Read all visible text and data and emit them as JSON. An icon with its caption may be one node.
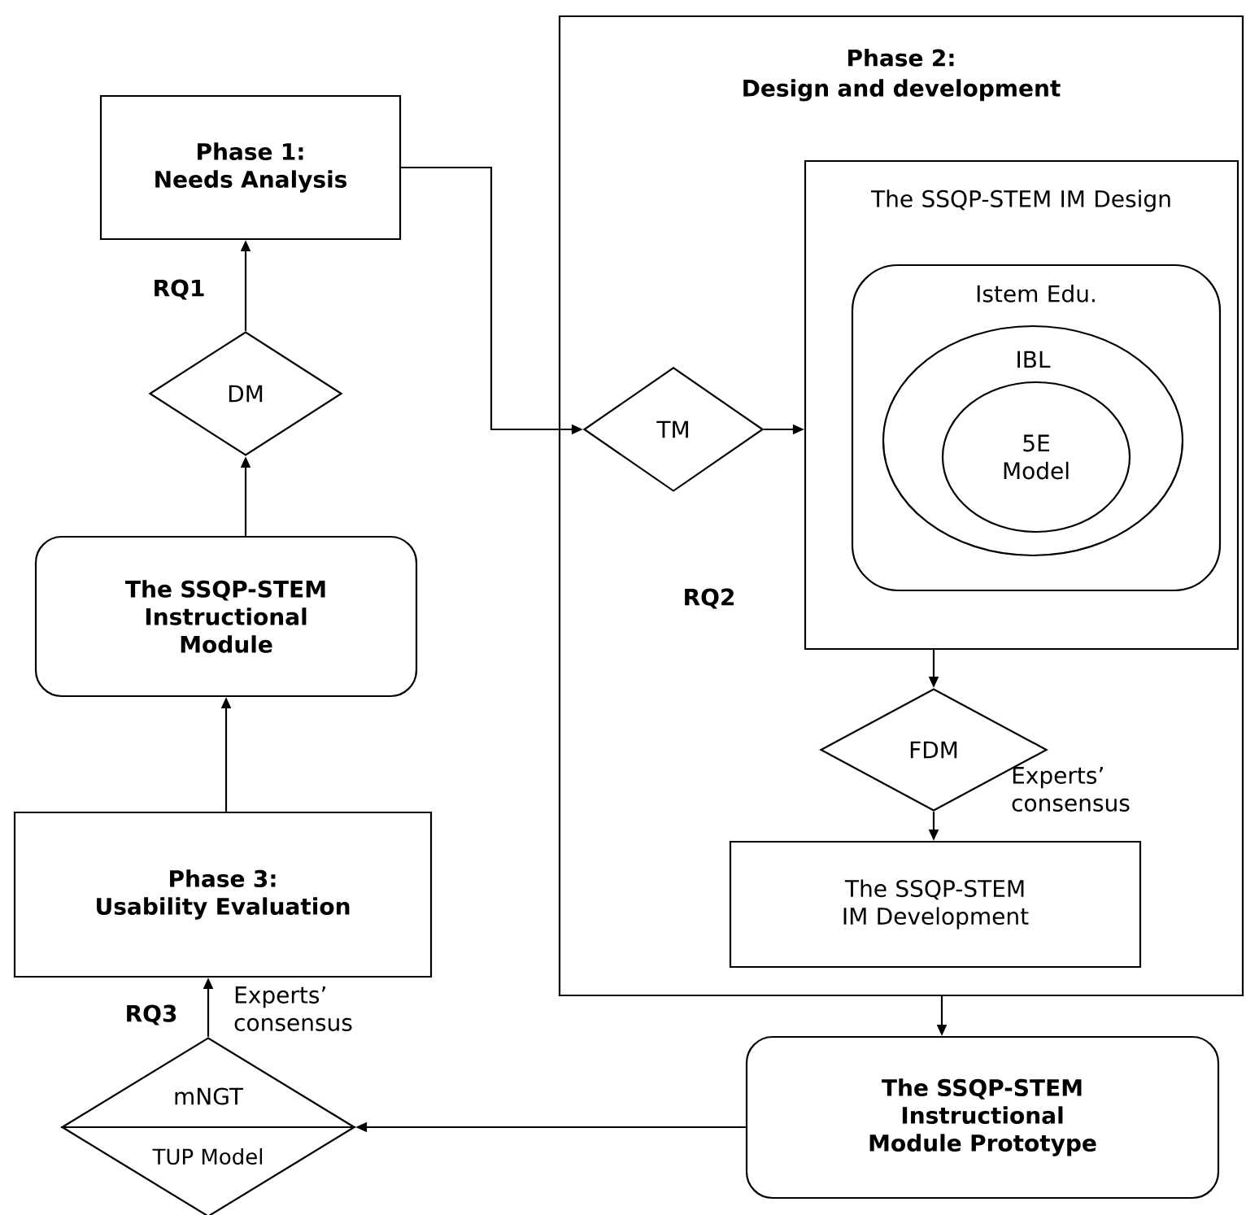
{
  "diagram": {
    "nodes": [
      {
        "text": [
          "Phase 1:",
          "Needs Analysis"
        ]
      },
      {
        "text": [
          "DM"
        ]
      },
      {
        "text": [
          "The SSQP-STEM Instructional Module"
        ]
      },
      {
        "text": [
          "Phase 3:",
          "Usability Evaluation"
        ]
      },
      {
        "text": [
          "mNGT",
          "TUP Model"
        ]
      },
      {
        "text": [
          "Phase 2:",
          "Design and development"
        ]
      },
      {
        "text": [
          "TM"
        ],
        "in": 5
      },
      {
        "text": [
          "The SSQP-STEM IM Design"
        ],
        "in": 5
      },
      {
        "text": [
          "Istem Edu."
        ],
        "in": 7
      },
      {
        "text": [
          "IBL"
        ],
        "in": 8
      },
      {
        "text": [
          "5E Model"
        ],
        "in": 9
      },
      {
        "text": [
          "FDM"
        ],
        "in": 5
      },
      {
        "text": [
          "The SSQP-STEM IM Development"
        ],
        "in": 5
      },
      {
        "text": [
          "The SSQP-STEM Instructional Module Prototype"
        ]
      }
    ],
    "edges": [
      {
        "from": 1,
        "to": 0,
        "arrow": "to"
      },
      {
        "from": 2,
        "to": 1,
        "arrow": "to"
      },
      {
        "from": 3,
        "to": 2,
        "arrow": "to"
      },
      {
        "from": 4,
        "to": 3,
        "arrow": "to",
        "label": "Experts’ consensus"
      },
      {
        "from": 0,
        "to": 6,
        "arrow": "to"
      },
      {
        "from": 6,
        "to": 7,
        "arrow": "to"
      },
      {
        "from": 7,
        "to": 11,
        "arrow": "to"
      },
      {
        "from": 11,
        "to": 12,
        "arrow": "to",
        "label": "Experts’ consensus"
      },
      {
        "from": 5,
        "to": 13,
        "arrow": "to"
      },
      {
        "from": 13,
        "to": 4,
        "arrow": "to"
      }
    ],
    "labels": [
      "RQ1",
      "RQ2",
      "RQ3"
    ]
  }
}
